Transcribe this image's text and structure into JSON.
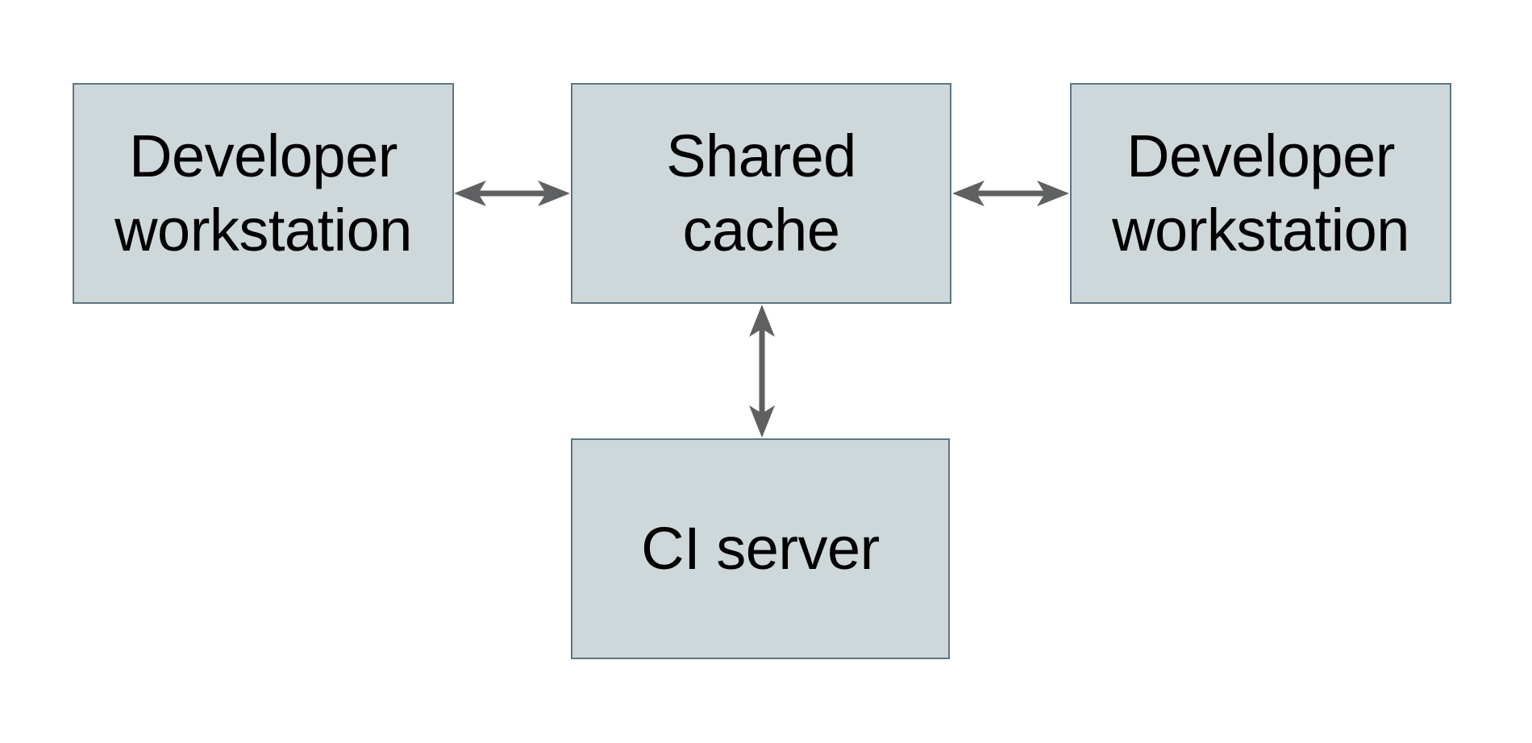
{
  "diagram": {
    "type": "architecture-diagram",
    "description": "Shared cache connected bidirectionally to two developer workstations and a CI server",
    "colors": {
      "background": "#ffffff",
      "node_fill": "#ced7d9",
      "node_border": "#5d7683",
      "arrow": "#5f6062",
      "text": "#000000"
    },
    "nodes": [
      {
        "id": "developer-workstation-left",
        "label": "Developer\nworkstation"
      },
      {
        "id": "shared-cache",
        "label": "Shared\ncache"
      },
      {
        "id": "developer-workstation-right",
        "label": "Developer\nworkstation"
      },
      {
        "id": "ci-server",
        "label": "CI server"
      }
    ],
    "edges": [
      {
        "from": "developer-workstation-left",
        "to": "shared-cache",
        "direction": "bidirectional",
        "orientation": "horizontal"
      },
      {
        "from": "shared-cache",
        "to": "developer-workstation-right",
        "direction": "bidirectional",
        "orientation": "horizontal"
      },
      {
        "from": "shared-cache",
        "to": "ci-server",
        "direction": "bidirectional",
        "orientation": "vertical"
      }
    ]
  }
}
